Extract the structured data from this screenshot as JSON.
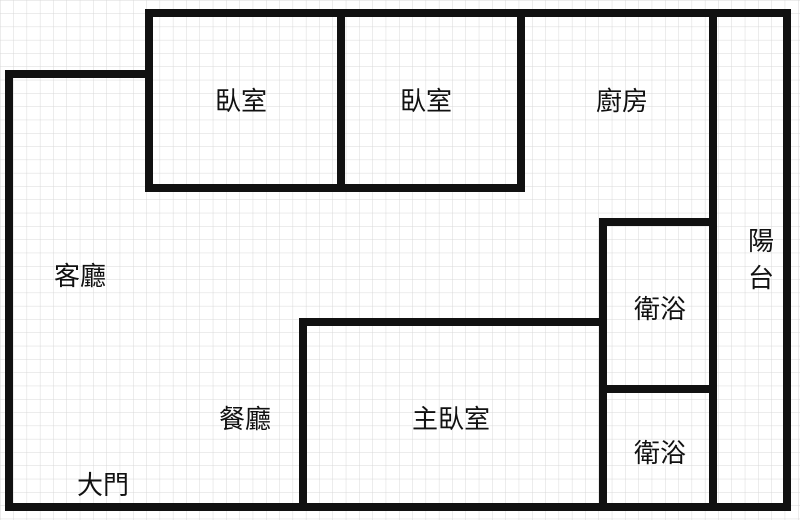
{
  "floor_plan": {
    "rooms": {
      "bedroom_1": "臥室",
      "bedroom_2": "臥室",
      "kitchen": "廚房",
      "living_room": "客廳",
      "balcony_line1": "陽",
      "balcony_line2": "台",
      "bathroom_1": "衛浴",
      "bathroom_2": "衛浴",
      "master_bedroom": "主臥室",
      "dining_room": "餐廳",
      "main_door": "大門"
    },
    "colors": {
      "wall": "#111111",
      "grid": "#d8d8d8",
      "background": "#ffffff"
    }
  }
}
